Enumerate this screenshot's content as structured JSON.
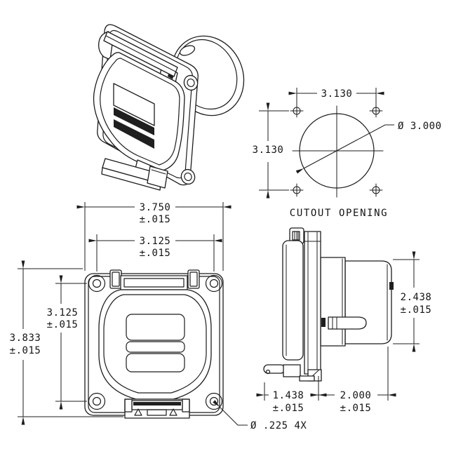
{
  "drawing": {
    "background": "#ffffff",
    "line_color": "#1c1c1c"
  },
  "cutout_view": {
    "title": "CUTOUT OPENING",
    "bolt_spacing_horizontal": "3.130",
    "bolt_spacing_vertical": "3.130",
    "hole_diameter": "Ø 3.000"
  },
  "front_view": {
    "overall_width": "3.750",
    "overall_width_tol": "±.015",
    "hole_spacing_horizontal": "3.125",
    "hole_spacing_horizontal_tol": "±.015",
    "hole_spacing_vertical": "3.125",
    "hole_spacing_vertical_tol": "±.015",
    "overall_height": "3.833",
    "overall_height_tol": "±.015",
    "mounting_hole_note": "Ø .225 4X"
  },
  "side_view": {
    "body_height": "2.438",
    "body_height_tol": "±.015",
    "front_depth": "1.438",
    "front_depth_tol": "±.015",
    "rear_depth": "2.000",
    "rear_depth_tol": "±.015"
  }
}
